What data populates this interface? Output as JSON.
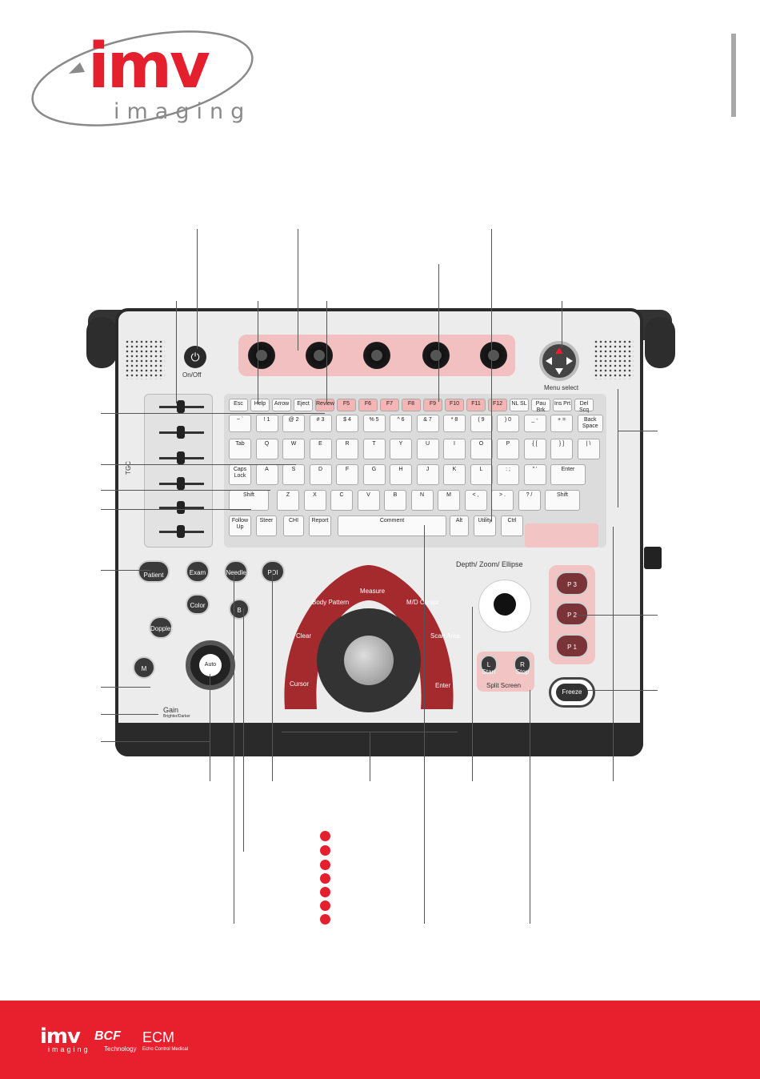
{
  "brand": {
    "name": "imv",
    "sub": "imaging",
    "accent": "#e4202f"
  },
  "console": {
    "onoff_label": "On/Off",
    "menu_select_label": "Menu select",
    "tgc_label": "TGC",
    "top_keys": [
      "Esc",
      "Help",
      "Arrow",
      "Eject",
      "Review",
      "F5",
      "F6",
      "F7",
      "F8",
      "F9",
      "F10",
      "F11",
      "F12",
      "NL SL",
      "Pau Brk",
      "Ins Prt",
      "Del Scq"
    ],
    "row1": [
      "~ `",
      "! 1",
      "@ 2",
      "# 3",
      "$ 4",
      "% 5",
      "^ 6",
      "& 7",
      "* 8",
      "( 9",
      ") 0",
      "_ -",
      "+ =",
      "Back Space"
    ],
    "row2": [
      "Tab",
      "Q",
      "W",
      "E",
      "R",
      "T",
      "Y",
      "U",
      "I",
      "O",
      "P",
      "{ [",
      "} ]",
      "| \\"
    ],
    "row3": [
      "Caps Lock",
      "A",
      "S",
      "D",
      "F",
      "G",
      "H",
      "J",
      "K",
      "L",
      ": ;",
      "\" '",
      "Enter"
    ],
    "row4": [
      "Shift",
      "Z",
      "X",
      "C",
      "V",
      "B",
      "N",
      "M",
      "< ,",
      "> .",
      "? /",
      "Shift"
    ],
    "row5": [
      "Follow Up",
      "Steer",
      "CHI",
      "Report",
      "Comment",
      "Alt",
      "Utility",
      "Ctrl"
    ],
    "mode_buttons": {
      "patient": "Patient",
      "exam": "Exam",
      "needle": "Needle",
      "pdi": "PDI",
      "color": "Color",
      "doppler": "Doppler",
      "b": "B",
      "m": "M"
    },
    "gain_label": "Gain",
    "gain_sub": "Brighter/Darker",
    "auto_label": "Auto",
    "arc_buttons": [
      "Body Pattern",
      "Measure",
      "M/D Cursor",
      "Clear",
      "Scan Area",
      "Cursor",
      "Enter"
    ],
    "depth_label": "Depth/ Zoom/ Ellipse",
    "p_buttons": [
      "P 3",
      "P 2",
      "P 1"
    ],
    "split_screen": "Split Screen",
    "l_start": "L Start",
    "r_stop": "R Stop",
    "freeze": "Freeze"
  },
  "footer": {
    "brand": "imv",
    "brand_sub": "imaging",
    "bcf": "BCF",
    "bcf_sub": "Technology",
    "ecm": "ECM",
    "ecm_sub": "Echo Control Medical"
  }
}
